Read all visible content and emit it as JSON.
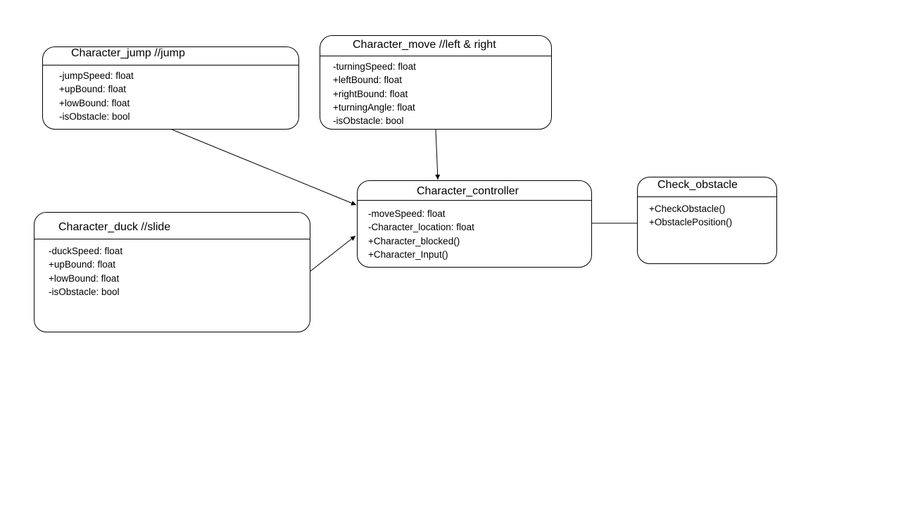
{
  "diagram": {
    "classes": {
      "jump": {
        "name": "Character_jump  //jump",
        "members": [
          "-jumpSpeed:  float",
          "+upBound:  float",
          "+lowBound:  float",
          "-isObstacle: bool"
        ]
      },
      "move": {
        "name": "Character_move //left & right",
        "members": [
          "-turningSpeed:  float",
          "+leftBound:  float",
          "+rightBound:  float",
          "+turningAngle:  float",
          "-isObstacle: bool"
        ]
      },
      "controller": {
        "name": "Character_controller",
        "members": [
          "-moveSpeed:  float",
          "-Character_location:  float",
          "+Character_blocked()",
          "+Character_Input()"
        ]
      },
      "duck": {
        "name": "Character_duck //slide",
        "members": [
          "-duckSpeed:  float",
          "+upBound:  float",
          "+lowBound:  float",
          "-isObstacle: bool"
        ]
      },
      "check": {
        "name": "Check_obstacle",
        "members": [
          "+CheckObstacle()",
          "+ObstaclePosition()"
        ]
      }
    },
    "connectors": [
      {
        "from": "jump",
        "to": "controller",
        "arrow": true
      },
      {
        "from": "move",
        "to": "controller",
        "arrow": true
      },
      {
        "from": "duck",
        "to": "controller",
        "arrow": true
      },
      {
        "from": "controller",
        "to": "check",
        "arrow": false
      }
    ],
    "colors": {
      "stroke": "#000000",
      "background": "#ffffff"
    }
  }
}
